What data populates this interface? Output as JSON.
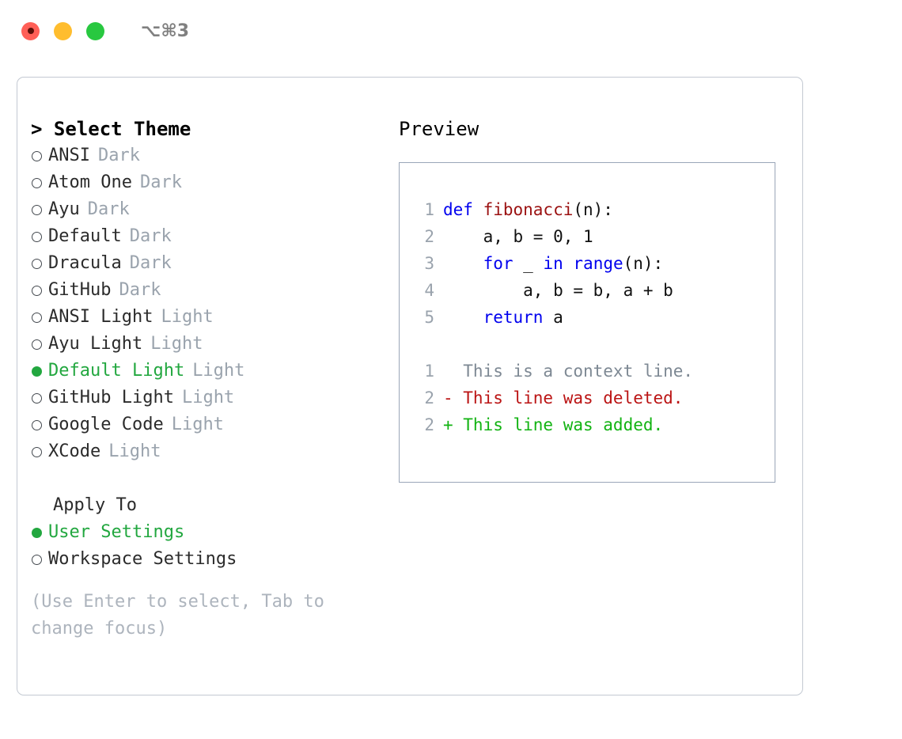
{
  "titlebar": {
    "shortcut": "⌥⌘3",
    "lights": [
      {
        "name": "close",
        "color": "#ff5f57"
      },
      {
        "name": "minimize",
        "color": "#ffbd2e"
      },
      {
        "name": "maximize",
        "color": "#28c840"
      }
    ]
  },
  "theme_picker": {
    "header": "> Select Theme",
    "items": [
      {
        "label": "ANSI",
        "badge": "Dark",
        "selected": false
      },
      {
        "label": "Atom One",
        "badge": "Dark",
        "selected": false
      },
      {
        "label": "Ayu",
        "badge": "Dark",
        "selected": false
      },
      {
        "label": "Default",
        "badge": "Dark",
        "selected": false
      },
      {
        "label": "Dracula",
        "badge": "Dark",
        "selected": false
      },
      {
        "label": "GitHub",
        "badge": "Dark",
        "selected": false
      },
      {
        "label": "ANSI Light",
        "badge": "Light",
        "selected": false
      },
      {
        "label": "Ayu Light",
        "badge": "Light",
        "selected": false
      },
      {
        "label": "Default Light",
        "badge": "Light",
        "selected": true
      },
      {
        "label": "GitHub Light",
        "badge": "Light",
        "selected": false
      },
      {
        "label": "Google Code",
        "badge": "Light",
        "selected": false
      },
      {
        "label": "XCode",
        "badge": "Light",
        "selected": false
      }
    ]
  },
  "apply_to": {
    "title": "Apply To",
    "items": [
      {
        "label": "User Settings",
        "selected": true
      },
      {
        "label": "Workspace Settings",
        "selected": false
      }
    ]
  },
  "hint": "(Use Enter to select, Tab to change focus)",
  "preview": {
    "title": "Preview",
    "code_lines": [
      {
        "num": "1",
        "tokens": [
          {
            "t": "def ",
            "c": "kw"
          },
          {
            "t": "fibonacci",
            "c": "fn"
          },
          {
            "t": "(n):",
            "c": "plain"
          }
        ]
      },
      {
        "num": "2",
        "tokens": [
          {
            "t": "    a, b = 0, 1",
            "c": "plain"
          }
        ]
      },
      {
        "num": "3",
        "tokens": [
          {
            "t": "    ",
            "c": "plain"
          },
          {
            "t": "for",
            "c": "kw"
          },
          {
            "t": " _ ",
            "c": "plain"
          },
          {
            "t": "in",
            "c": "kw"
          },
          {
            "t": " ",
            "c": "plain"
          },
          {
            "t": "range",
            "c": "kw"
          },
          {
            "t": "(n):",
            "c": "plain"
          }
        ]
      },
      {
        "num": "4",
        "tokens": [
          {
            "t": "        a, b = b, a + b",
            "c": "plain"
          }
        ]
      },
      {
        "num": "5",
        "tokens": [
          {
            "t": "    ",
            "c": "plain"
          },
          {
            "t": "return",
            "c": "kw"
          },
          {
            "t": " a",
            "c": "plain"
          }
        ]
      }
    ],
    "diff_lines": [
      {
        "num": "1",
        "text": "  This is a context line.",
        "kind": "ctx"
      },
      {
        "num": "2",
        "text": "- This line was deleted.",
        "kind": "del"
      },
      {
        "num": "2",
        "text": "+ This line was added.",
        "kind": "add"
      }
    ]
  },
  "colors": {
    "selected_green": "#22a73f",
    "muted_grey": "#9aa3ad",
    "hint_grey": "#adb4bd",
    "keyword_blue": "#0000ee",
    "function_red": "#9b1111",
    "diff_delete": "#bb1414",
    "diff_add": "#12b312",
    "panel_border": "#c3c9d2",
    "preview_border": "#9aa6b8"
  }
}
